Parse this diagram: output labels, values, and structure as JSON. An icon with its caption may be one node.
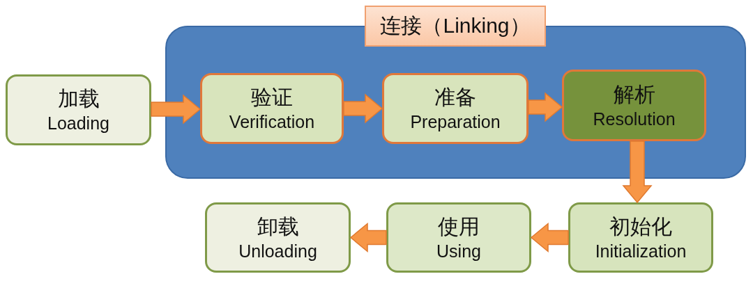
{
  "diagram": {
    "nodes": [
      {
        "text": [
          "连接（Linking）"
        ]
      },
      {
        "text": [
          "加载",
          "Loading"
        ]
      },
      {
        "text": [
          "验证",
          "Verification"
        ],
        "in": 0
      },
      {
        "text": [
          "准备",
          "Preparation"
        ],
        "in": 0
      },
      {
        "text": [
          "解析",
          "Resolution"
        ],
        "in": 0
      },
      {
        "text": [
          "初始化",
          "Initialization"
        ]
      },
      {
        "text": [
          "使用",
          "Using"
        ]
      },
      {
        "text": [
          "卸载",
          "Unloading"
        ]
      }
    ],
    "edges": [
      {
        "from": 1,
        "to": 2,
        "arrow": "to"
      },
      {
        "from": 2,
        "to": 3,
        "arrow": "to"
      },
      {
        "from": 3,
        "to": 4,
        "arrow": "to"
      },
      {
        "from": 4,
        "to": 5,
        "arrow": "to"
      },
      {
        "from": 5,
        "to": 6,
        "arrow": "to"
      },
      {
        "from": 6,
        "to": 7,
        "arrow": "to"
      }
    ]
  }
}
